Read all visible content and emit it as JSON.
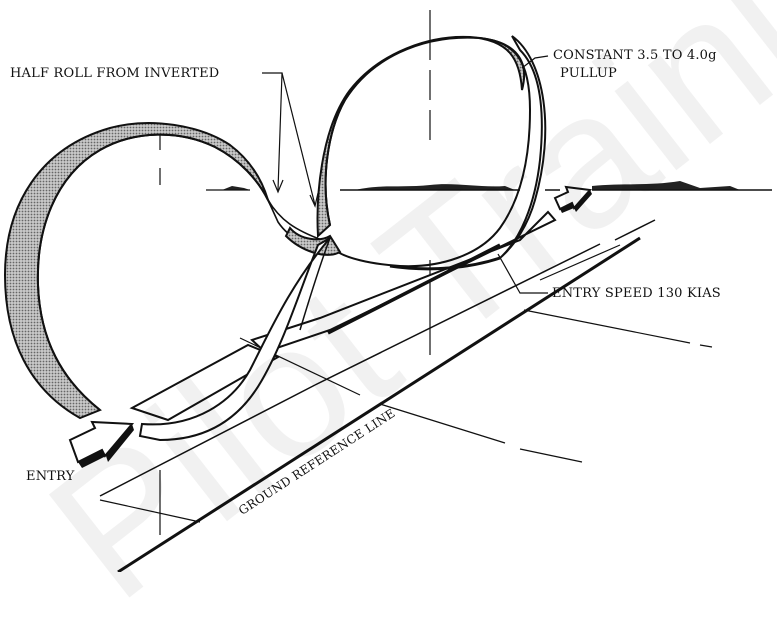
{
  "labels": {
    "half_roll": "HALF ROLL FROM INVERTED",
    "constant_pullup_line1": "CONSTANT 3.5 TO 4.0g",
    "constant_pullup_line2": "PULLUP",
    "entry_speed": "ENTRY SPEED 130 KIAS",
    "entry": "ENTRY",
    "ground_reference_line": "GROUND REFERENCE LINE"
  },
  "watermark": "Pilot Training Pu",
  "colors": {
    "ink": "#111111",
    "ribbon_shade": "#9a9a9a",
    "background": "#ffffff"
  }
}
